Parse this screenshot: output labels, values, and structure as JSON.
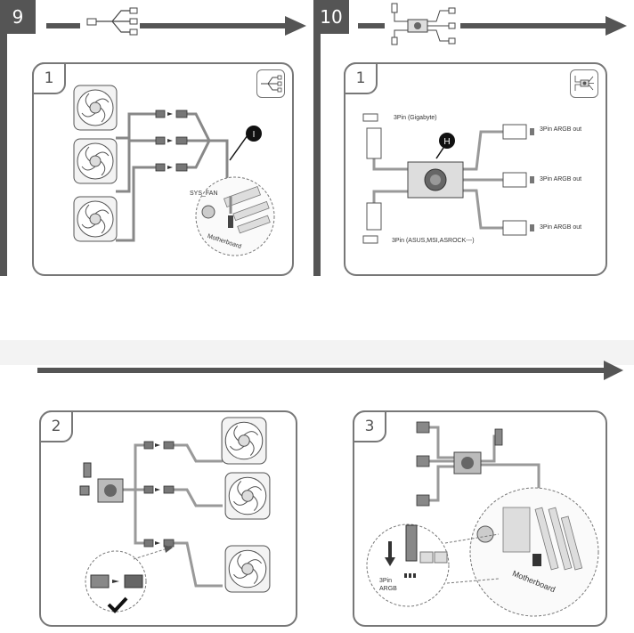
{
  "steps": [
    {
      "number": "9",
      "panels": [
        {
          "number": "1",
          "callout": "I",
          "labels": {
            "sys_fan": "SYS_FAN",
            "motherboard": "Motherboard"
          }
        }
      ]
    },
    {
      "number": "10",
      "panels": [
        {
          "number": "1",
          "callout": "H",
          "labels": {
            "gigabyte": "3Pin (Gigabyte)",
            "asus": "3Pin (ASUS,MSI,ASROCK---)",
            "out": [
              "3Pin ARGB out",
              "3Pin ARGB out",
              "3Pin ARGB out"
            ]
          }
        }
      ]
    }
  ],
  "lower_panels": [
    {
      "number": "2"
    },
    {
      "number": "3",
      "labels": {
        "argb": "3Pin\nARGB",
        "motherboard": "Motherboard"
      }
    }
  ],
  "icons": [
    "arrow-right-icon",
    "splitter-cable-icon",
    "argb-hub-icon",
    "fan-icon",
    "checkmark-icon",
    "motherboard-icon"
  ],
  "colors": {
    "bar": "#555555",
    "line": "#777777"
  }
}
